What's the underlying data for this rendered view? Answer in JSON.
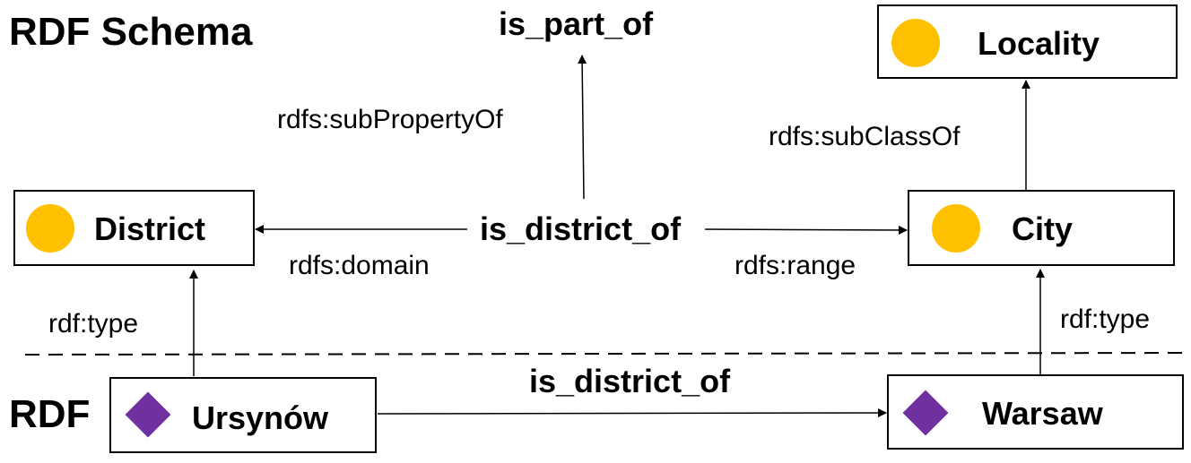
{
  "sections": {
    "schema_title": "RDF Schema",
    "instance_title": "RDF"
  },
  "classes": {
    "locality": {
      "label": "Locality",
      "icon": "circle-icon"
    },
    "district": {
      "label": "District",
      "icon": "circle-icon"
    },
    "city": {
      "label": "City",
      "icon": "circle-icon"
    }
  },
  "individuals": {
    "ursynow": {
      "label": "Ursynów",
      "icon": "diamond-icon"
    },
    "warsaw": {
      "label": "Warsaw",
      "icon": "diamond-icon"
    }
  },
  "properties": {
    "is_part_of": "is_part_of",
    "is_district_of": "is_district_of",
    "instance_is_district_of": "is_district_of"
  },
  "edge_labels": {
    "subPropertyOf": "rdfs:subPropertyOf",
    "subClassOf": "rdfs:subClassOf",
    "domain": "rdfs:domain",
    "range": "rdfs:range",
    "type_left": "rdf:type",
    "type_right": "rdf:type"
  },
  "colors": {
    "class_icon": "#ffc000",
    "individual_icon": "#7030a0",
    "line": "#000000"
  }
}
